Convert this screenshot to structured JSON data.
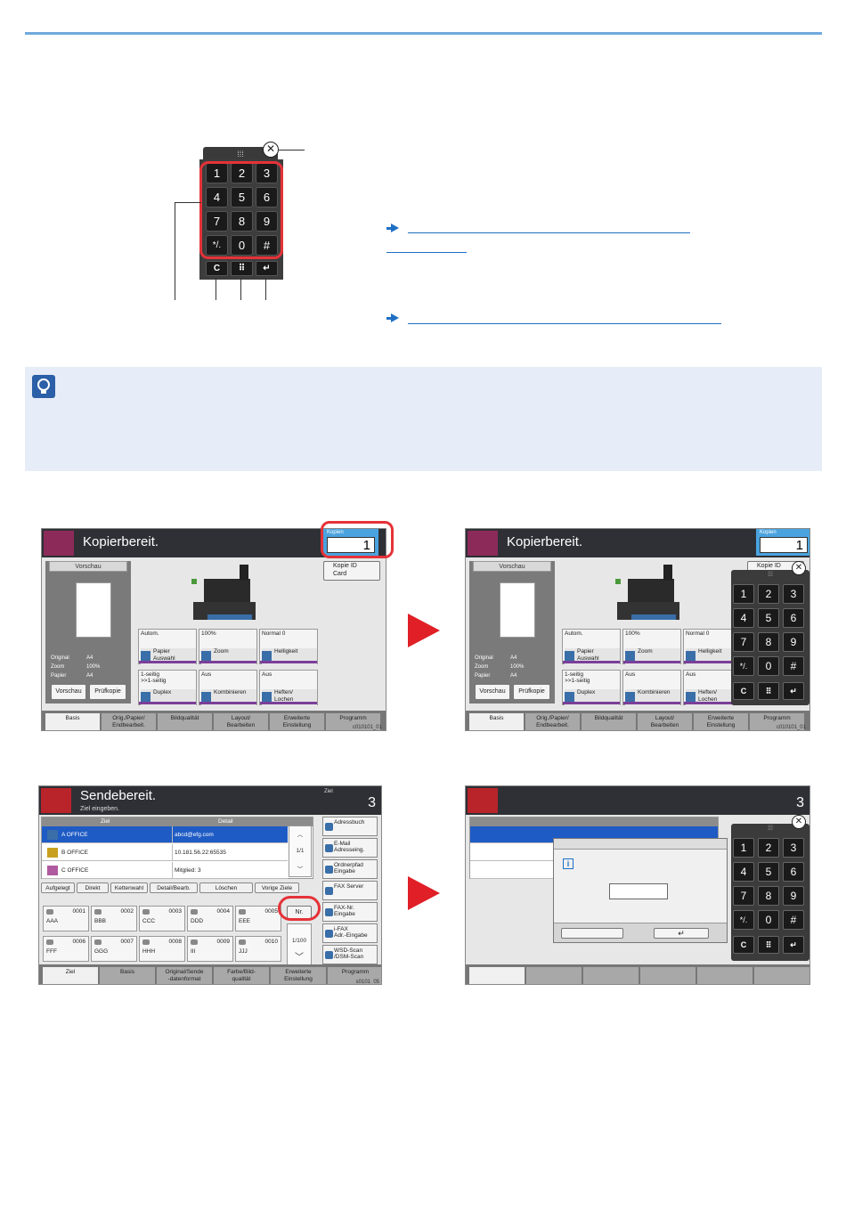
{
  "hero_keypad": {
    "keys": [
      "1",
      "2",
      "3",
      "4",
      "5",
      "6",
      "7",
      "8",
      "9",
      "*/.",
      "0",
      "#"
    ],
    "controls": [
      "C",
      "⠿",
      "↵"
    ],
    "header_glyph": "⁞⁞⁞",
    "close_glyph": "✕"
  },
  "screen1": {
    "title": "Kopierbereit.",
    "kopien_label": "Kopien",
    "kopien_value": "1",
    "kopie_id": "Kopie ID",
    "kopie_card": "Card",
    "vorschau": "Vorschau",
    "info": [
      {
        "k": "Original",
        "v": "A4"
      },
      {
        "k": "Zoom",
        "v": "100%"
      },
      {
        "k": "Papier",
        "v": "A4"
      }
    ],
    "btn_vorschau": "Vorschau",
    "btn_pruefkopie": "Prüfkopie",
    "functions": [
      {
        "value": "Autom.",
        "label": "Papier\nAuswahl"
      },
      {
        "value": "100%",
        "label": "Zoom"
      },
      {
        "value": "Normal 0",
        "label": "Helligkeit"
      },
      {
        "value": "1-seitig\n>>1-seitig",
        "label": "Duplex"
      },
      {
        "value": "Aus",
        "label": "Kombinieren"
      },
      {
        "value": "Aus",
        "label": "Heften/\nLochen"
      }
    ],
    "tabs": [
      "Basis",
      "Orig./Papier/\nEndbearbeit.",
      "Bildqualität",
      "Layout/\nBearbeiten",
      "Erweiterte\nEinstellung",
      "Programm"
    ],
    "code": "c010101_01"
  },
  "screen3": {
    "title": "Sendebereit.",
    "subtitle": "Ziel eingeben.",
    "ziel_label": "Ziel",
    "ziel_count": "3",
    "col_ziel": "Ziel",
    "col_detail": "Detail",
    "rows": [
      {
        "name": "A OFFICE",
        "detail": "abcd@efg.com"
      },
      {
        "name": "B OFFICE",
        "detail": "10.181.56.22:65535"
      },
      {
        "name": "C OFFICE",
        "detail": "Mitglied:    3"
      }
    ],
    "page_indicator": "1/1",
    "actions": [
      "Aufgelegt",
      "Direkt",
      "Kettenwahl",
      "Detail/Bearb.",
      "Löschen",
      "Vorige Ziele"
    ],
    "side_buttons": [
      "Adressbuch",
      "E-Mail\nAdresseing.",
      "Ordnerpfad\nEingabe",
      "FAX Server",
      "FAX-Nr.\nEingabe",
      "i-FAX\nAdr.-Eingabe",
      "WSD-Scan\n/DSM-Scan"
    ],
    "onetouch": [
      {
        "num": "0001",
        "name": "AAA"
      },
      {
        "num": "0002",
        "name": "BBB"
      },
      {
        "num": "0003",
        "name": "CCC"
      },
      {
        "num": "0004",
        "name": "DDD"
      },
      {
        "num": "0005",
        "name": "EEE"
      },
      {
        "num": "0006",
        "name": "FFF"
      },
      {
        "num": "0007",
        "name": "GGG"
      },
      {
        "num": "0008",
        "name": "HHH"
      },
      {
        "num": "0009",
        "name": "III"
      },
      {
        "num": "0010",
        "name": "JJJ"
      }
    ],
    "nr_button": "Nr.",
    "onetouch_page": "1/100",
    "tabs": [
      "Ziel",
      "Basis",
      "Original/Sende\n-datenformat",
      "Farbe/Bild-\nqualität",
      "Erweiterte\nEinstellung",
      "Programm"
    ],
    "code": "s0101_05"
  },
  "screen4": {
    "count": "3",
    "dialog_ok": "↵"
  },
  "colors": {
    "accent_blue": "#1e6fc4",
    "highlight_red": "#e53238",
    "arrow_red": "#e01f26",
    "note_bg": "#e6ecf8"
  }
}
